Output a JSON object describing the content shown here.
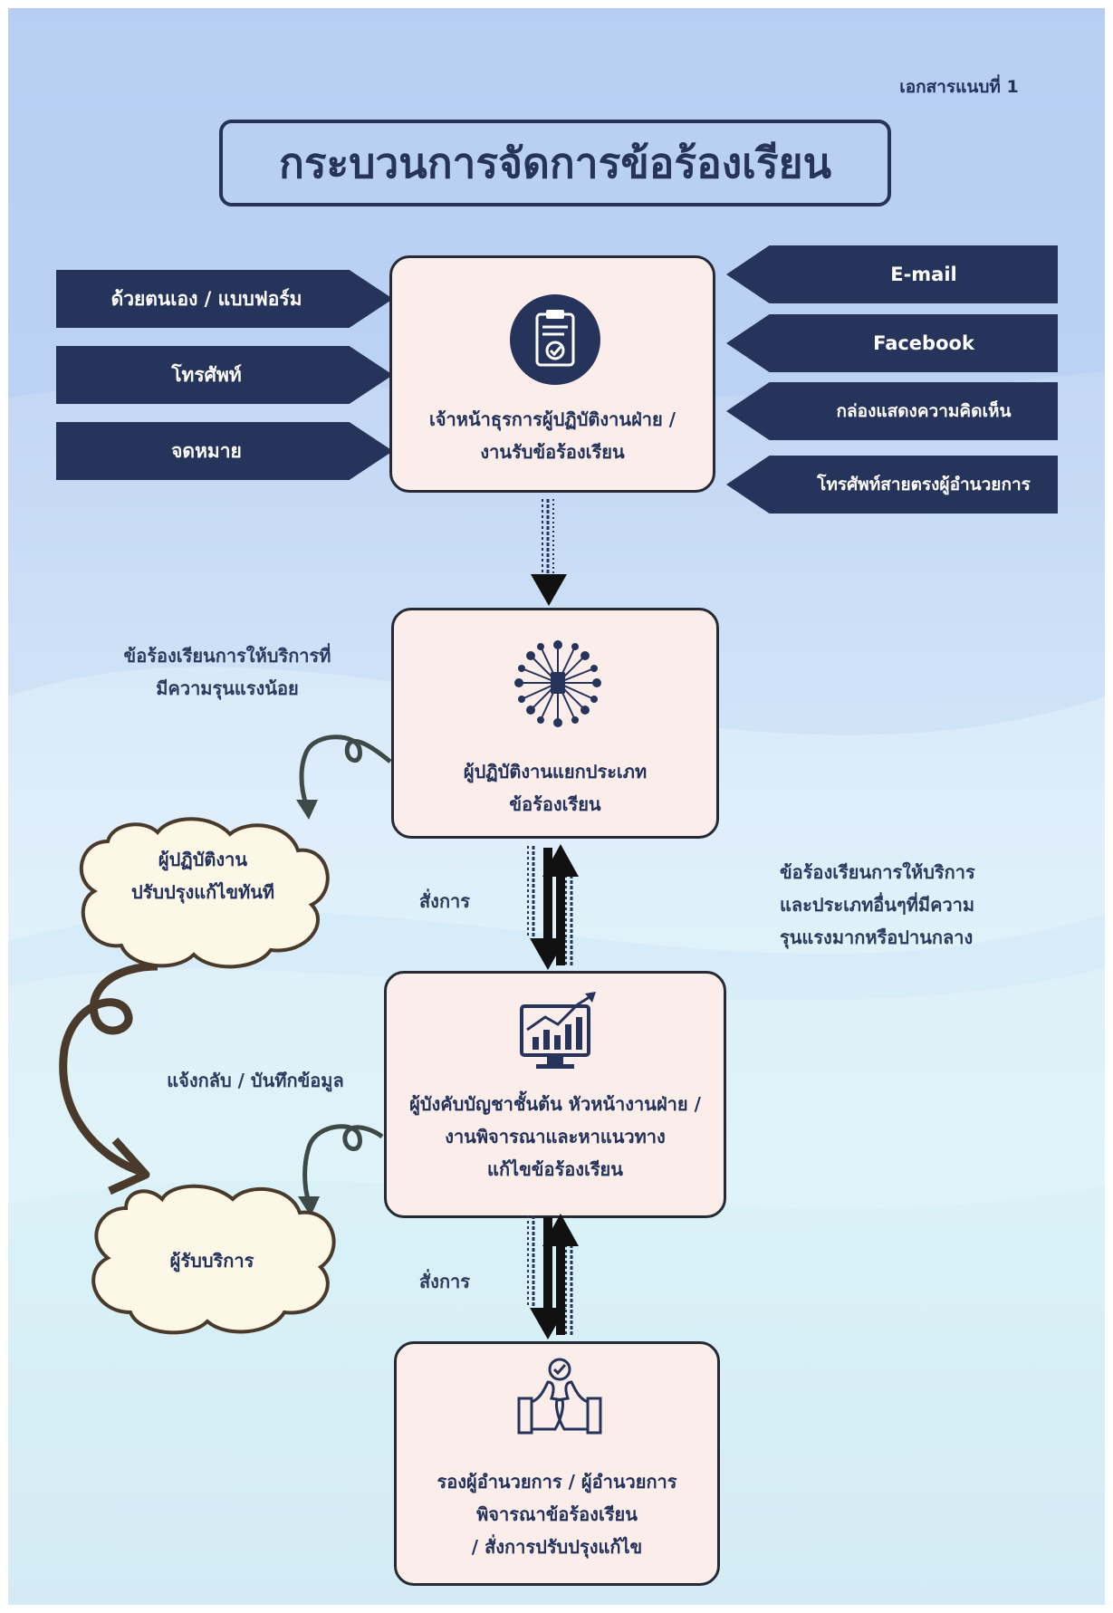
{
  "document_number": "เอกสารแนบที่ 1",
  "title": "กระบวนการจัดการข้อร้องเรียน",
  "channels_left": [
    "ด้วยตนเอง / แบบฟอร์ม",
    "โทรศัพท์",
    "จดหมาย"
  ],
  "channels_right": [
    "E-mail",
    "Facebook",
    "กล่องแสดงความคิดเห็น",
    "โทรศัพท์สายตรงผู้อำนวยการ"
  ],
  "steps": [
    {
      "lines": [
        "เจ้าหน้าธุรการผู้ปฏิบัติงานฝ่าย /",
        "งานรับข้อร้องเรียน"
      ],
      "icon": "clipboard-check-icon"
    },
    {
      "lines": [
        "ผู้ปฏิบัติงานแยกประเภท",
        "ข้อร้องเรียน"
      ],
      "icon": "network-hub-icon"
    },
    {
      "lines": [
        "ผู้บังคับบัญชาชั้นต้น หัวหน้างานฝ่าย /",
        "งานพิจารณาและหาแนวทาง",
        "แก้ไขข้อร้องเรียน"
      ],
      "icon": "analytics-monitor-icon"
    },
    {
      "lines": [
        "รองผู้อำนวยการ / ผู้อำนวยการ",
        "พิจารณาข้อร้องเรียน",
        "/ สั่งการปรับปรุงแก้ไข"
      ],
      "icon": "thumbs-up-check-icon"
    }
  ],
  "notes": {
    "minor_complaint": [
      "ข้อร้องเรียนการให้บริการที่",
      "มีความรุนแรงน้อย"
    ],
    "major_complaint": [
      "ข้อร้องเรียนการให้บริการ",
      "และประเภทอื่นๆที่มีความ",
      "รุนแรงมากหรือปานกลาง"
    ],
    "command_1": "สั่งการ",
    "command_2": "สั่งการ",
    "feedback": "แจ้งกลับ / บันทึกข้อมูล"
  },
  "clouds": {
    "immediate_fix": [
      "ผู้ปฏิบัติงาน",
      "ปรับปรุงแก้ไขทันที"
    ],
    "service_recipient": "ผู้รับบริการ"
  },
  "colors": {
    "navy": "#26345c",
    "box_fill": "#fbeeea",
    "cloud_fill": "#fdf7e8",
    "arrow_brown": "#4a3a2c"
  }
}
